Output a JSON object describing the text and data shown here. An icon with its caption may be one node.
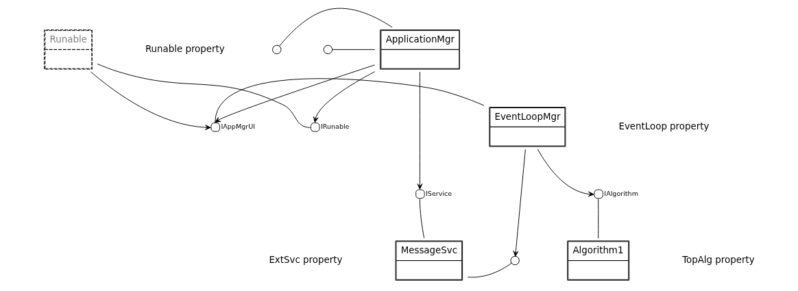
{
  "diagram": {
    "nodes": [
      {
        "text": [
          "ApplicationMgr"
        ]
      },
      {
        "text": [
          "Runable"
        ]
      },
      {
        "text": [
          "EventLoopMgr"
        ]
      },
      {
        "text": [
          "MessageSvc"
        ]
      },
      {
        "text": [
          "Algorithm1"
        ]
      },
      {
        "text": [],
        "shape": "circle",
        "beside": [
          "IRunable"
        ]
      },
      {
        "text": [],
        "shape": "circle",
        "beside": [
          "IAppMgrUI"
        ]
      },
      {
        "text": [],
        "shape": "circle",
        "beside": [
          "IService"
        ]
      },
      {
        "text": [],
        "shape": "circle"
      },
      {
        "text": [],
        "shape": "circle",
        "beside": [
          "IAlgorithm"
        ]
      },
      {
        "text": [],
        "shape": "circle"
      },
      {
        "text": [],
        "shape": "circle"
      }
    ],
    "edges": [
      {
        "from": 0,
        "to": 5,
        "arrow": "to"
      },
      {
        "from": 1,
        "to": 5,
        "arrow": "none"
      },
      {
        "from": 0,
        "to": 6,
        "arrow": "to"
      },
      {
        "from": 1,
        "to": 6,
        "arrow": "to"
      },
      {
        "from": 2,
        "to": 6,
        "arrow": "none"
      },
      {
        "from": 0,
        "to": 7,
        "arrow": "to"
      },
      {
        "from": 3,
        "to": 7,
        "arrow": "none"
      },
      {
        "from": 2,
        "to": 8,
        "arrow": "to"
      },
      {
        "from": 3,
        "to": 8,
        "arrow": "none"
      },
      {
        "from": 2,
        "to": 9,
        "arrow": "to"
      },
      {
        "from": 4,
        "to": 9,
        "arrow": "none"
      },
      {
        "from": 10,
        "to": 0,
        "arrow": "none"
      },
      {
        "from": 11,
        "to": 0,
        "arrow": "none"
      }
    ],
    "labels": [
      "Runable property",
      "EventLoop property",
      "ExtSvc property",
      "TopAlg property"
    ]
  }
}
